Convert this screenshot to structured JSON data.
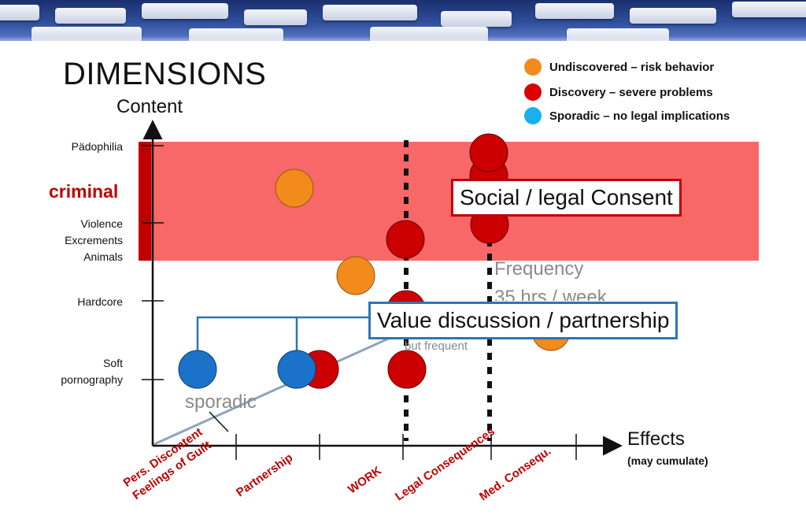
{
  "title": "DIMENSIONS",
  "y_axis_title": "Content",
  "y_ticks": [
    {
      "label": "Pädophilia"
    },
    {
      "label": "Violence\nExcrements\nAnimals"
    },
    {
      "label": "Hardcore"
    },
    {
      "label": "Soft\npornography"
    }
  ],
  "criminal_label": "criminal",
  "legend": [
    {
      "label": "Undiscovered – risk behavior",
      "color": "#f28a1c"
    },
    {
      "label": "Discovery – severe problems",
      "color": "#dd0000"
    },
    {
      "label": "Sporadic – no legal implications",
      "color": "#1ab0ea"
    }
  ],
  "x_axis_title": "Effects",
  "x_axis_subtitle": "(may cumulate)",
  "x_categories": [
    "Pers. Discontent\nFeelings of Guilt",
    "Partnership",
    "WORK",
    "Legal Consequences",
    "Med. Consequ."
  ],
  "annotations": {
    "social_legal": "Social / legal Consent",
    "value_discussion": "Value discussion / partnership",
    "frequency_line1": "Frequency",
    "frequency_line2": "35 hrs / week",
    "but_frequent": "but frequent",
    "sporadic": "sporadic"
  },
  "colors": {
    "criminal_zone": "#f86868",
    "criminal_bar": "#c00000",
    "orange": "#f28a1c",
    "red": "#cc0000",
    "blue": "#1a73c8",
    "box_red_border": "#c00000",
    "box_blue_border": "#2e75b6"
  },
  "icons": [
    "keyboard-banner"
  ]
}
